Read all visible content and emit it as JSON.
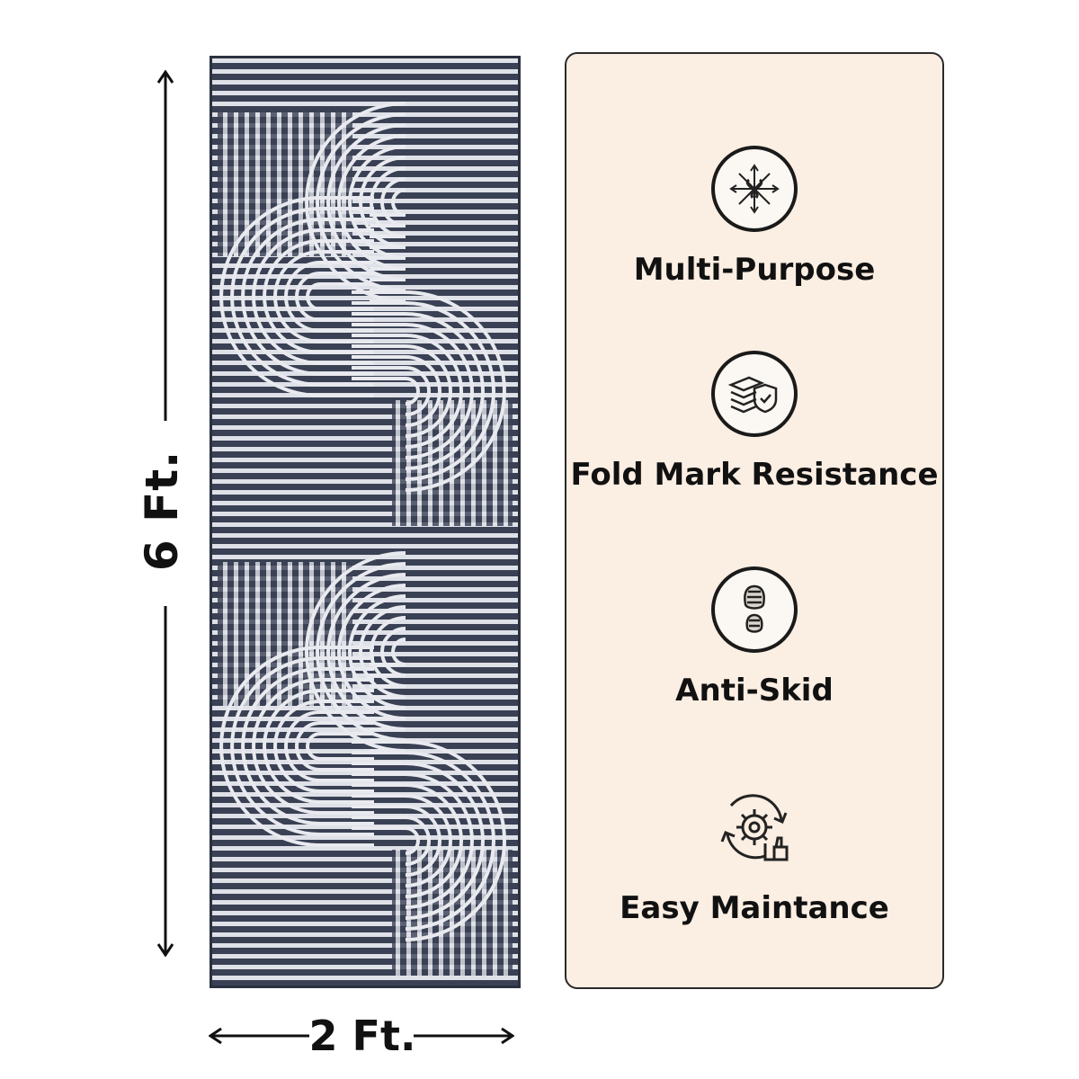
{
  "dimensions": {
    "height_label": "6 Ft.",
    "width_label": "2 Ft."
  },
  "product": {
    "rug_colors": {
      "base": "#3a4154",
      "line": "#e9eaef"
    }
  },
  "features": [
    {
      "label": "Multi-Purpose",
      "icon": "multi-purpose-arrows-icon"
    },
    {
      "label": "Fold Mark Resistance",
      "icon": "layers-shield-icon"
    },
    {
      "label": "Anti-Skid",
      "icon": "shoe-sole-icon"
    },
    {
      "label": "Easy Maintance",
      "icon": "gear-cycle-thumbs-up-icon"
    }
  ],
  "colors": {
    "panel_background": "#fbeee2",
    "panel_border": "#2a2a2a",
    "text": "#111111"
  }
}
